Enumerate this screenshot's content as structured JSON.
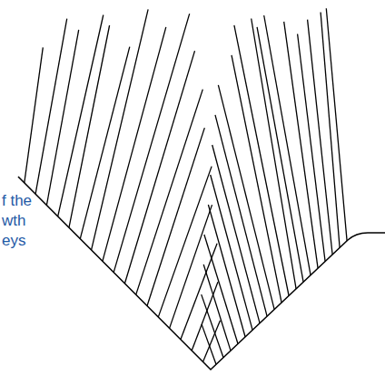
{
  "diagram": {
    "labels": [
      "f the",
      "wth",
      "eys"
    ]
  }
}
